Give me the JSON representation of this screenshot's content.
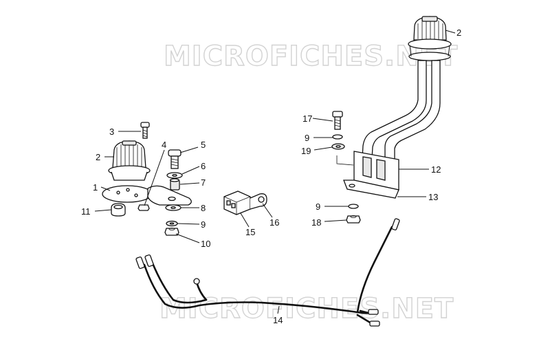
{
  "watermark": {
    "top": "MICROFICHES.NET",
    "bottom": "MICROFICHES.NET"
  },
  "callouts": [
    {
      "id": "c2a",
      "text": "2"
    },
    {
      "id": "c17",
      "text": "17"
    },
    {
      "id": "c9a",
      "text": "9"
    },
    {
      "id": "c19",
      "text": "19"
    },
    {
      "id": "c12",
      "text": "12"
    },
    {
      "id": "c13",
      "text": "13"
    },
    {
      "id": "c9b",
      "text": "9"
    },
    {
      "id": "c18",
      "text": "18"
    },
    {
      "id": "c3",
      "text": "3"
    },
    {
      "id": "c2b",
      "text": "2"
    },
    {
      "id": "c4",
      "text": "4"
    },
    {
      "id": "c5",
      "text": "5"
    },
    {
      "id": "c6",
      "text": "6"
    },
    {
      "id": "c7",
      "text": "7"
    },
    {
      "id": "c1",
      "text": "1"
    },
    {
      "id": "c8",
      "text": "8"
    },
    {
      "id": "c11",
      "text": "11"
    },
    {
      "id": "c9c",
      "text": "9"
    },
    {
      "id": "c10",
      "text": "10"
    },
    {
      "id": "c15",
      "text": "15"
    },
    {
      "id": "c16",
      "text": "16"
    },
    {
      "id": "c14",
      "text": "14"
    }
  ]
}
